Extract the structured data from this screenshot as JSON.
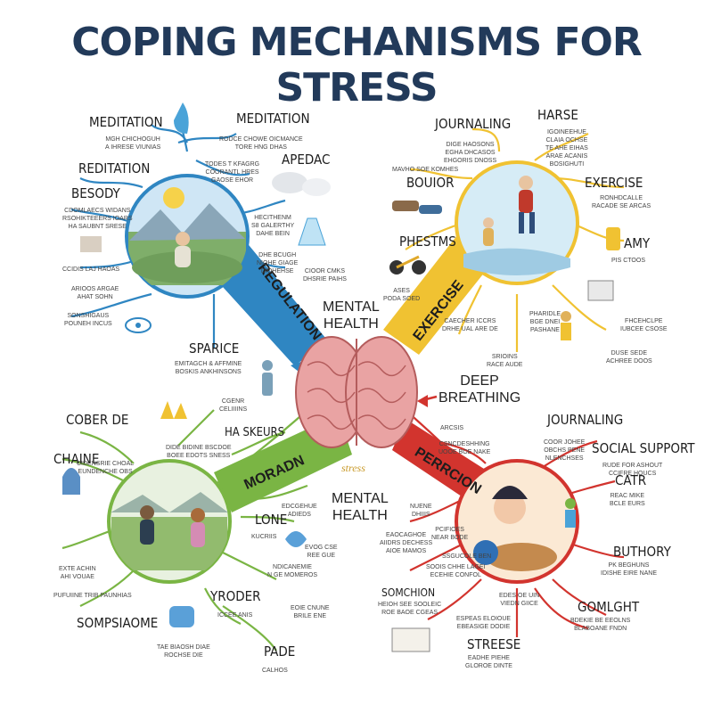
{
  "title": "COPING MECHANISMS FOR STRESS",
  "center": {
    "top_label": "MENTAL\nHEALTH",
    "bottom_label": "MENTAL\nHEALTH",
    "script_word": "stress",
    "deep_breathing": "DEEP\nBREATHING"
  },
  "colors": {
    "title": "#223a5a",
    "blue_branch": "#2f86c2",
    "yellow_branch": "#f0c232",
    "green_branch": "#7ab544",
    "red_branch": "#d2342e",
    "brain": "#e9a3a3"
  },
  "quadrants": {
    "top_left": {
      "banner": "REGULATION",
      "labels": [
        "MEDITATION",
        "MEDITATION",
        "REDITATION",
        "BESODY",
        "APEDAC",
        "SPARICE"
      ],
      "small": [
        "MGH CHICHOGUH\nA IHRESE VIUNIAS",
        "RODCE CHOWE OICMANCE\nTORE HNG DHAS",
        "TODES T KFAGRG\nCOORANTL HRES\nGAOSE EHOR",
        "CDOMLAECS WIDANS\nRSOHIKTEEERS IOARS\nHA SAUBNT SRESE",
        "CCIDIS LAJ HAOAS",
        "ARIOOS ARGAE\nAHAT SOHN",
        "SONSHIGAUS\nPOUNEH INCUS",
        "EMITAGCH & AFFMINE\nBOSKIS ANKHINSONS",
        "HECITHENM\nS8 GALERTHY\nDAHE BEIN",
        "DHE BCUGH\nNIOHE GIAGE\nDIOHEHSE",
        "CIOOR CMKS\nDHSRIE PAIHS"
      ]
    },
    "top_right": {
      "banner": "EXERCISE",
      "labels": [
        "JOURNALING",
        "HARSE",
        "BOUIOR",
        "EXERCISE",
        "PHESTMS",
        "AMY"
      ],
      "small": [
        "DIGE HAOSONS\nEGHA DHCASOS\nEHGORIS DNOSS",
        "IGOINEEHUE\nCLAIA OCHSE\nTE AHE EIHAS\nARAE ACANIS\nBOSIGHUTI",
        "MAVHO SOE KOMHES",
        "RONHDCALLE\nRACADE SE ARCAS",
        "ASES\nPODA SOED",
        "CAECHER ICCRS\nDRHE UAL ARE DE",
        "SRIOINS\nRACE AUDE",
        "PHARIDLE\nBGE DNEI\nPASHANE",
        "FHCEHCLPE\nIUBCEE CSOSE",
        "DUSE SEDE\nACHREE DOOS",
        "PIS CTOOS"
      ]
    },
    "bottom_left": {
      "banner": "MORADN",
      "labels": [
        "COBER DE",
        "CHAINE",
        "HA SKEURS",
        "LONE",
        "YRODER",
        "SOMPSIAOME",
        "PADE"
      ],
      "small": [
        "CGENR\nCELIIIINS",
        "DIDE BIDINE BSCDOE\nBOEE EDOTS SNESS",
        "CIDENSRIE CHOAL\nEUNDENCHE OBS",
        "EXTE ACHIN\nAHI VOUAE",
        "PUFUIINE TRIB PAUNHIAS",
        "EDCGEHUE\nADIEDS",
        "KUCRIIS",
        "EVOG CSE\nREE GUE",
        "NDICANEMIE\nN GE MOMEROS",
        "EOIE CNUNE\nBRILE ENE",
        "ICCEE ANIS",
        "TAE BIAOSH DIAE\nROCHSE DIE",
        "CALHOS"
      ]
    },
    "bottom_right": {
      "banner": "PERRCION",
      "labels": [
        "JOURNALING",
        "SOCIAL SUPPORT",
        "CATR",
        "BUTHORY",
        "GOMLGHT",
        "SOMCHION",
        "STREESE"
      ],
      "small": [
        "ARCSIS",
        "CSNCDESHHING\nUOOE BOE NAKE",
        "COOR JOHEE\nOBCHS PENE\nNLENCHSES",
        "RUDE FOR ASHOUT\nCCIFRE HOUCS",
        "REAC MIKE\nBCLE EURS",
        "PK BEGHUNS\nIDISHE EIRE NANE",
        "BDEKIE BE EEOLNS\nBLABOANE FNDN",
        "NUENE\nDHIIIS",
        "EAOCAGHOE\nAIIDRS DECHESS\nAIOE MAMOS",
        "PCIFIOES\nNEAR BODE",
        "SSGUCOLE BEN",
        "SOOIS CHHE LAGEI\nECEHIE CONFOL",
        "EDES OE UIN\nVIEDN GIICE",
        "HEIOH SEE SOOLEIC\nROE BAOE CGEAS",
        "ESPEAS ELOIOUE\nEBEASIGE DODIE",
        "EADHE PIEHE\nGLOROE DINTE"
      ]
    }
  }
}
